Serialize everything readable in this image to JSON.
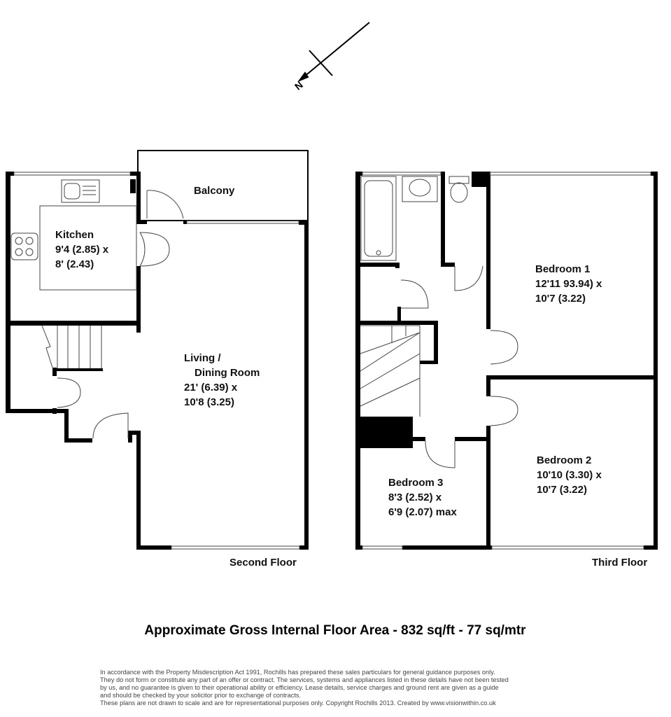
{
  "compass": {
    "label": "N"
  },
  "second_floor": {
    "label": "Second Floor",
    "rooms": [
      {
        "name": "Balcony"
      },
      {
        "name": "Kitchen",
        "dim1": "9'4 (2.85) x",
        "dim2": "8' (2.43)"
      },
      {
        "name": "Living /",
        "name2": "Dining Room",
        "dim1": "21' (6.39) x",
        "dim2": "10'8 (3.25)"
      }
    ]
  },
  "third_floor": {
    "label": "Third Floor",
    "rooms": [
      {
        "name": "Bedroom 1",
        "dim1": "12'11 93.94) x",
        "dim2": "10'7 (3.22)"
      },
      {
        "name": "Bedroom 2",
        "dim1": "10'10 (3.30) x",
        "dim2": "10'7 (3.22)"
      },
      {
        "name": "Bedroom 3",
        "dim1": "8'3 (2.52) x",
        "dim2": "6'9 (2.07) max"
      }
    ]
  },
  "area_title": "Approximate Gross Internal Floor Area - 832 sq/ft - 77 sq/mtr",
  "disclaimer": [
    "In accordance with the Property Misdescription Act 1991, Rochills has prepared these sales particulars for general guidance purposes only.",
    "They do not form or constitute any part of an offer or contract. The services, systems and appliances listed in these details have not been tested",
    "by us, and no guarantee is given to their operational ability or efficiency. Lease details, service charges and ground rent are given as a guide",
    "and should be checked by your solicitor prior to exchange of contracts.",
    "These plans are not drawn to scale and are for representational purposes only. Copyright Rochills 2013. Created by www.visionwithin.co.uk"
  ]
}
